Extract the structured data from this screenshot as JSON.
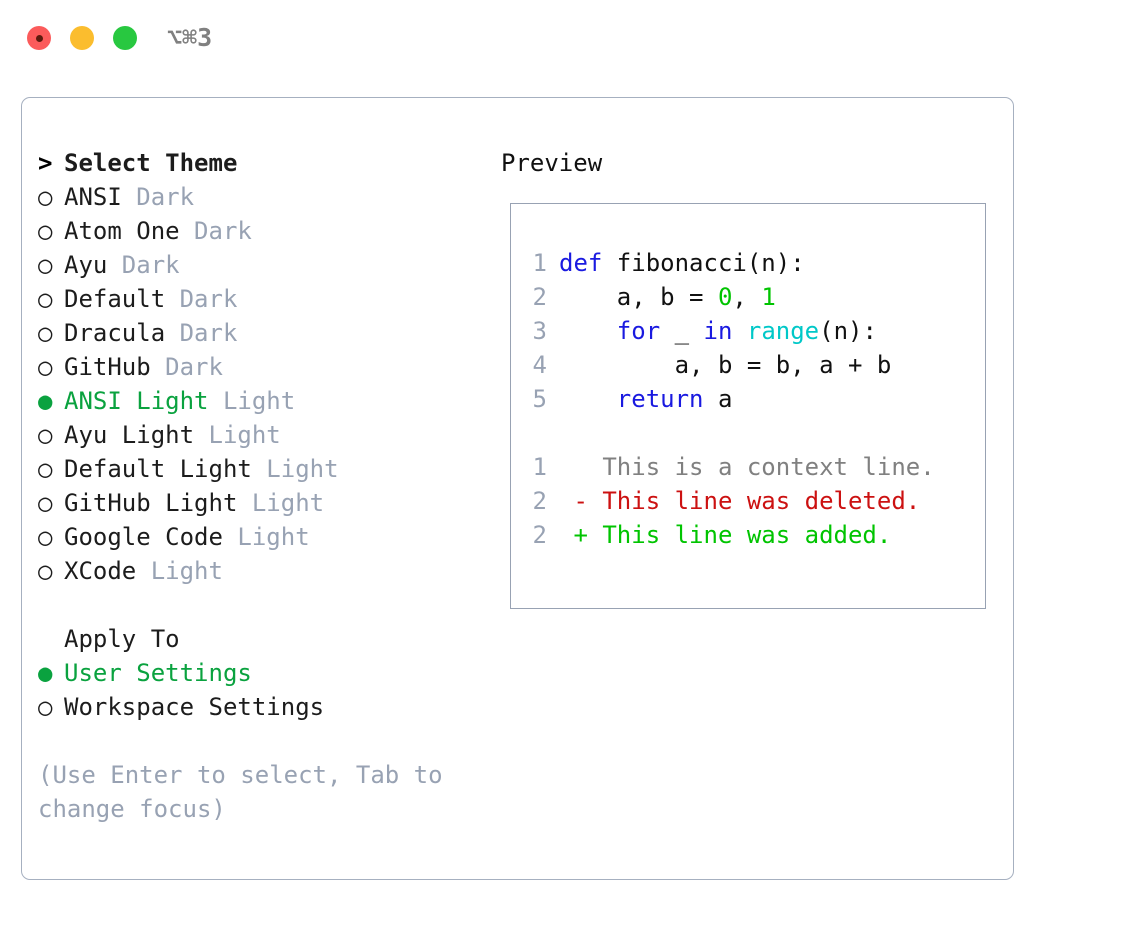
{
  "window": {
    "shortcut": "⌥⌘3",
    "traffic_lights": [
      "close-red",
      "minimize-yellow",
      "maximize-green"
    ]
  },
  "colors": {
    "accent_green": "#0aa23f",
    "muted": "#98a2b3",
    "text": "#1c1c1c",
    "keyword_blue": "#1a1ae0",
    "function_cyan": "#00c8c8",
    "number_green": "#00c400",
    "diff_add": "#00c400",
    "diff_del": "#cc1111",
    "border": "#a6b0c0"
  },
  "theme_picker": {
    "header_prompt": ">",
    "header_label": "Select Theme",
    "bullet_selected": "●",
    "bullet_unselected": "○",
    "items": [
      {
        "name": "ANSI",
        "variant": "Dark",
        "selected": false
      },
      {
        "name": "Atom One",
        "variant": "Dark",
        "selected": false
      },
      {
        "name": "Ayu",
        "variant": "Dark",
        "selected": false
      },
      {
        "name": "Default",
        "variant": "Dark",
        "selected": false
      },
      {
        "name": "Dracula",
        "variant": "Dark",
        "selected": false
      },
      {
        "name": "GitHub",
        "variant": "Dark",
        "selected": false
      },
      {
        "name": "ANSI Light",
        "variant": "Light",
        "selected": true
      },
      {
        "name": "Ayu Light",
        "variant": "Light",
        "selected": false
      },
      {
        "name": "Default Light",
        "variant": "Light",
        "selected": false
      },
      {
        "name": "GitHub Light",
        "variant": "Light",
        "selected": false
      },
      {
        "name": "Google Code",
        "variant": "Light",
        "selected": false
      },
      {
        "name": "XCode",
        "variant": "Light",
        "selected": false
      }
    ]
  },
  "apply_to": {
    "title": "Apply To",
    "options": [
      {
        "label": "User Settings",
        "selected": true
      },
      {
        "label": "Workspace Settings",
        "selected": false
      }
    ]
  },
  "hint": "(Use Enter to select, Tab to\nchange focus)",
  "preview": {
    "title": "Preview",
    "code_lines": [
      {
        "n": "1",
        "tokens": [
          {
            "t": "def",
            "c": "kw"
          },
          {
            "t": " fibonacci(n):",
            "c": "pl"
          }
        ]
      },
      {
        "n": "2",
        "tokens": [
          {
            "t": "    a, b = ",
            "c": "pl"
          },
          {
            "t": "0",
            "c": "num"
          },
          {
            "t": ", ",
            "c": "pl"
          },
          {
            "t": "1",
            "c": "num"
          }
        ]
      },
      {
        "n": "3",
        "tokens": [
          {
            "t": "    ",
            "c": "pl"
          },
          {
            "t": "for",
            "c": "kw"
          },
          {
            "t": " _ ",
            "c": "pl"
          },
          {
            "t": "in",
            "c": "kw"
          },
          {
            "t": " ",
            "c": "pl"
          },
          {
            "t": "range",
            "c": "fn"
          },
          {
            "t": "(n):",
            "c": "pl"
          }
        ]
      },
      {
        "n": "4",
        "tokens": [
          {
            "t": "        a, b = b, a + b",
            "c": "pl"
          }
        ]
      },
      {
        "n": "5",
        "tokens": [
          {
            "t": "    ",
            "c": "pl"
          },
          {
            "t": "return",
            "c": "kw"
          },
          {
            "t": " a",
            "c": "pl"
          }
        ]
      }
    ],
    "diff_lines": [
      {
        "n": "1",
        "marker": " ",
        "text": "This is a context line.",
        "kind": "ctx"
      },
      {
        "n": "2",
        "marker": "-",
        "text": "This line was deleted.",
        "kind": "del"
      },
      {
        "n": "2",
        "marker": "+",
        "text": "This line was added.",
        "kind": "add"
      }
    ]
  }
}
